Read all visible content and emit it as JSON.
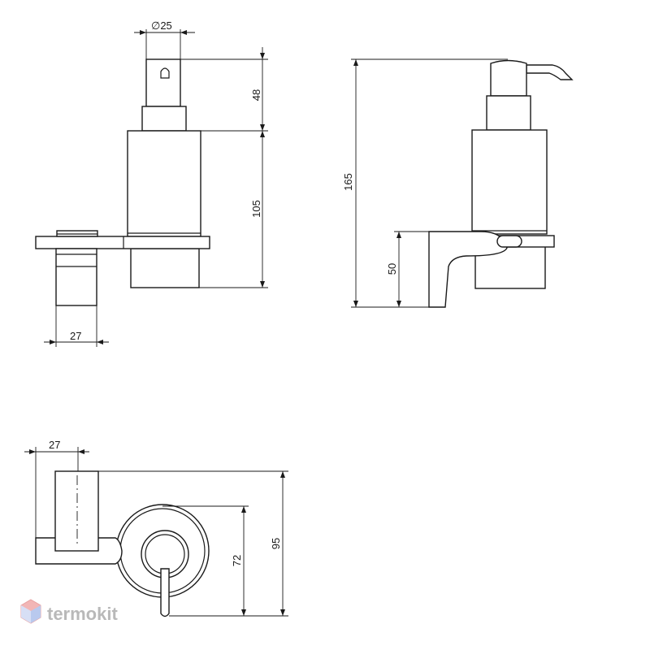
{
  "dimensions": {
    "top_diameter": "∅25",
    "pump_height": "48",
    "body_height": "105",
    "front_width": "27",
    "total_height": "165",
    "bracket_height": "50",
    "plan_width": "27",
    "plan_ring": "72",
    "plan_depth": "95"
  },
  "watermark": {
    "text": "termokit",
    "color": "#b9b9b9"
  }
}
